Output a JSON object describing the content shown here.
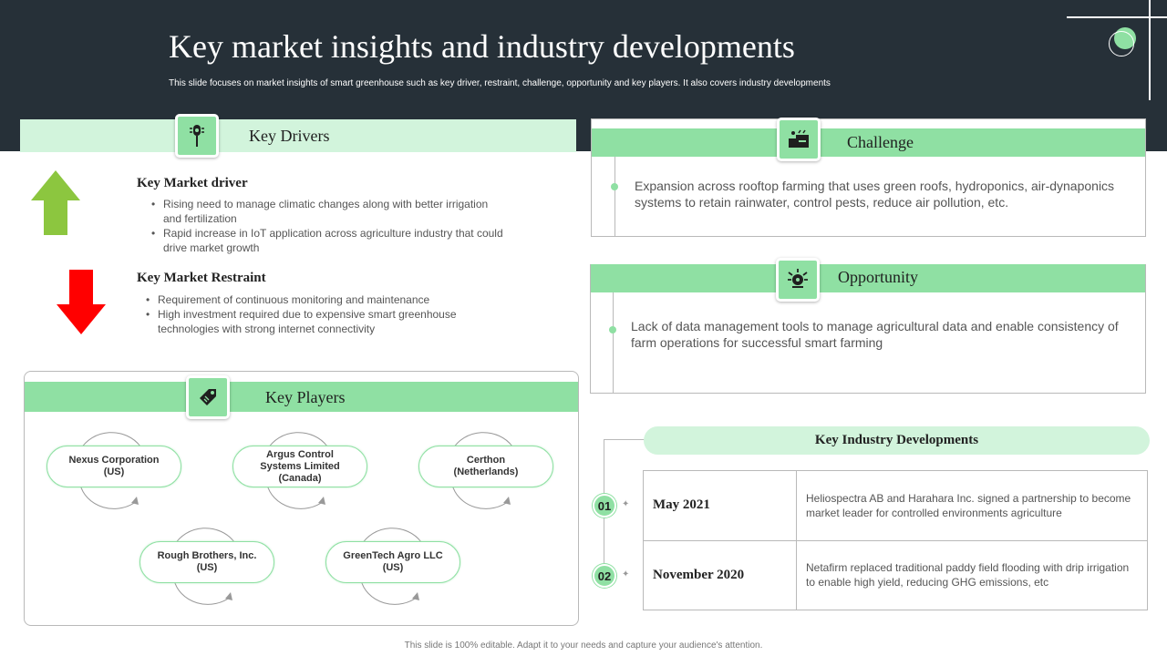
{
  "header": {
    "title": "Key market insights and industry developments",
    "subtitle": "This slide focuses on market insights of smart greenhouse such as key driver, restraint, challenge, opportunity and key players. It also covers industry developments"
  },
  "key_drivers": {
    "title": "Key Drivers",
    "icon": "sensor-icon",
    "driver": {
      "heading": "Key Market driver",
      "bullets": [
        "Rising need to manage climatic changes along with better irrigation",
        "and fertilization",
        "Rapid increase in IoT application across agriculture industry that could",
        "drive market growth"
      ]
    },
    "restraint": {
      "heading": "Key Market Restraint",
      "bullets": [
        "Requirement of continuous monitoring and maintenance",
        "High investment required due to expensive smart greenhouse",
        "technologies with strong internet connectivity"
      ]
    }
  },
  "key_players": {
    "title": "Key Players",
    "icon": "price-tag-icon",
    "players": [
      "Nexus Corporation\n(US)",
      "Argus Control\nSystems Limited\n(Canada)",
      "Certhon\n(Netherlands)",
      "Rough Brothers, Inc.\n(US)",
      "GreenTech Agro LLC\n(US)"
    ]
  },
  "challenge": {
    "title": "Challenge",
    "icon": "rooftop-farm-icon",
    "text": "Expansion across rooftop farming that uses green roofs, hydroponics, air-dynaponics systems to retain rainwater, control pests, reduce air pollution, etc."
  },
  "opportunity": {
    "title": "Opportunity",
    "icon": "drone-icon",
    "text": "Lack of data management tools to manage agricultural data and enable consistency of farm operations for successful smart farming"
  },
  "developments": {
    "title": "Key Industry Developments",
    "items": [
      {
        "num": "01",
        "date": "May 2021",
        "desc": "Heliospectra AB and Harahara Inc. signed a partnership to become market leader for controlled environments agriculture"
      },
      {
        "num": "02",
        "date": "November 2020",
        "desc": "Netafirm replaced traditional paddy field flooding with drip irrigation to enable high yield, reducing GHG emissions, etc"
      }
    ]
  },
  "footer": "This slide is 100% editable. Adapt it to your needs and capture your audience's attention.",
  "colors": {
    "header_bg": "#263038",
    "accent_green": "#8fe0a3",
    "light_green": "#d2f4dc",
    "up_arrow": "#8cc63f",
    "down_arrow": "#ff0000"
  }
}
